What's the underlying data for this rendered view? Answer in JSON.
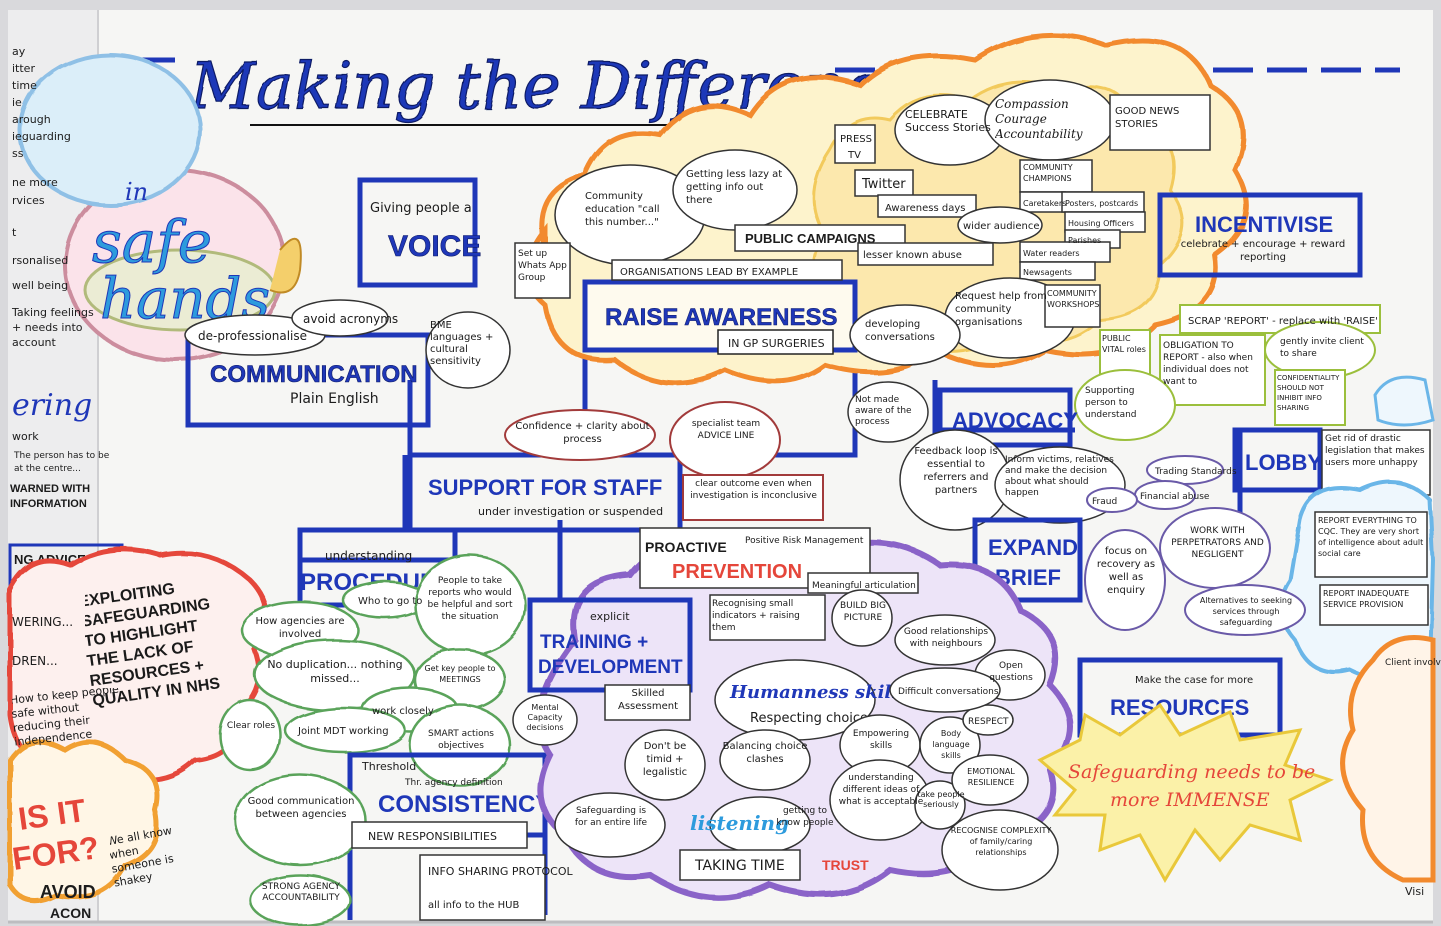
{
  "colors": {
    "paper": "#f6f6f4",
    "blue_ink": "#1f37b8",
    "dark_ink": "#222222",
    "yellow_cloud": "#f3d36a",
    "orange_cloud": "#f28a2e",
    "purple_cloud": "#8a63c8",
    "green_cloud": "#5aa35a",
    "red_cloud": "#e5463a",
    "light_blue": "#6bb6e8"
  },
  "title": "Making the Difference",
  "left_panel": {
    "safe_hands": [
      "in",
      "safe",
      "hands"
    ],
    "edge_notes": [
      "ay",
      "itter",
      "time",
      "ie",
      "arough",
      "ieguarding",
      "ss",
      "ne more",
      "rvices",
      "t",
      "rsonalised",
      "well being",
      "Taking feelings",
      "+ needs into",
      "account"
    ],
    "ering_heading": "ering",
    "ering_notes": [
      "work",
      "The person has to be",
      "at the centre..."
    ],
    "warned_note": "WARNED WITH INFORMATION",
    "advice_note": "NG ADVICE INFORMATION",
    "small_notes": [
      "WERING...",
      "DREN..."
    ],
    "exploiting_note": "EXPLOITING SAFEGUARDING TO HIGHLIGHT THE LACK OF RESOURCES + QUALITY IN NHS",
    "keep_safe_note": "How to keep people safe without reducing their independence",
    "is_it_for": [
      "IS IT",
      "FOR?"
    ],
    "we_all_know": "We all know when someone is shakey",
    "avoid_note": [
      "AVOID",
      "ACON"
    ]
  },
  "voice": {
    "line1": "Giving people a",
    "line2": "VOICE"
  },
  "communication": {
    "heading": "COMMUNICATION",
    "sub": "Plain English",
    "notes": [
      "de-professionalise",
      "avoid acronyms",
      "BME languages + cultural sensitivity"
    ]
  },
  "raise_awareness": {
    "heading": "RAISE AWARENESS",
    "sub": "IN GP SURGERIES",
    "notes": [
      "Community education \"call this number...\"",
      "Getting less lazy at getting info out there",
      "PUBLIC CAMPAIGNS",
      "ORGANISATIONS LEAD BY EXAMPLE",
      "Set up Whats App Group"
    ]
  },
  "media": {
    "notes": [
      "PRESS",
      "TV",
      "Twitter",
      "Awareness days",
      "lesser known abuse",
      "CELEBRATE Success Stories",
      "Compassion Courage Accountability",
      "GOOD NEWS STORIES",
      "COMMUNITY CHAMPIONS",
      "Caretakers",
      "Posters, postcards",
      "Housing Officers",
      "Parishes",
      "Water readers",
      "Newsagents",
      "wider audience",
      "Request help from community organisations",
      "COMMUNITY WORKSHOPS",
      "developing conversations"
    ]
  },
  "incentivise": {
    "heading": "INCENTIVISE",
    "sub": "celebrate + encourage + reward reporting"
  },
  "scrap_report": "SCRAP 'REPORT' - replace with 'RAISE'",
  "support_notes": [
    "PUBLIC VITAL roles",
    "OBLIGATION TO REPORT - also when individual does not want to",
    "gently invite client to share",
    "Supporting person to understand",
    "CONFIDENTIALITY SHOULD NOT INHIBIT INFO SHARING"
  ],
  "advocacy": {
    "heading": "ADVOCACY",
    "notes": [
      "Not made aware of the process",
      "Feedback loop is essential to referrers and partners",
      "Inform victims, relatives and make the decision about what should happen"
    ]
  },
  "lobby": {
    "heading": "LOBBY",
    "notes": [
      "Get rid of drastic legislation that makes users more unhappy",
      "REPORT EVERYTHING TO CQC. They are very short of intelligence about adult social care",
      "REPORT INADEQUATE SERVICE PROVISION"
    ]
  },
  "support_for_staff": {
    "heading": "SUPPORT FOR STAFF",
    "sub": "under investigation or suspended",
    "notes": [
      "Confidence + clarity about process",
      "specialist team ADVICE LINE",
      "clear outcome even when investigation is inconclusive"
    ]
  },
  "expand_brief": {
    "heading": [
      "EXPAND",
      "BRIEF"
    ],
    "notes": [
      "Trading Standards",
      "Financial abuse",
      "Fraud",
      "focus on recovery as well as enquiry",
      "WORK WITH PERPETRATORS AND NEGLIGENT",
      "Alternatives to seeking services through safeguarding"
    ]
  },
  "procedures": {
    "heading": "PROCEDURES",
    "sub": "understanding",
    "notes": [
      "Who to go to",
      "How agencies are involved",
      "People to take reports who would be helpful and sort the situation",
      "No duplication... nothing missed...",
      "Get key people to MEETINGS",
      "work closely",
      "Joint MDT working",
      "Clear roles",
      "SMART actions objectives"
    ]
  },
  "consistency": {
    "heading": "CONSISTENCY",
    "notes": [
      "Threshold",
      "Thr. agency definition",
      "NEW RESPONSIBILITIES",
      "Good communication between agencies",
      "STRONG AGENCY ACCOUNTABILITY",
      "INFO SHARING PROTOCOL",
      "all info to the HUB"
    ]
  },
  "prevention": {
    "heading": [
      "PROACTIVE",
      "PREVENTION"
    ],
    "sub": "Positive Risk Management",
    "notes": [
      "Meaningful articulation",
      "Recognising small indicators + raising them",
      "BUILD BIG PICTURE"
    ]
  },
  "training": {
    "heading": [
      "TRAINING +",
      "DEVELOPMENT"
    ],
    "sub": "explicit",
    "notes": [
      "Skilled Assessment",
      "Mental Capacity decisions"
    ]
  },
  "humanness": {
    "heading": "Humanness skills",
    "sub": "Respecting choice",
    "notes": [
      "Don't be timid + legalistic",
      "Balancing choice clashes",
      "Safeguarding is for an entire life",
      "listening",
      "getting to know people",
      "TAKING TIME",
      "TRUST",
      "Empowering skills",
      "Body language skills",
      "understanding different ideas of what is acceptable",
      "take people seriously",
      "EMOTIONAL RESILIENCE",
      "RESPECT",
      "RECOGNISE COMPLEXITY of family/caring relationships",
      "Good relationships with neighbours",
      "Open questions",
      "Difficult conversations"
    ]
  },
  "resources": {
    "heading": "RESOURCES",
    "sub": "Make the case for more",
    "burst": [
      "Safeguarding needs to be",
      "more IMMENSE"
    ]
  },
  "right_edge_notes": [
    "Client involvement",
    "Visi"
  ]
}
